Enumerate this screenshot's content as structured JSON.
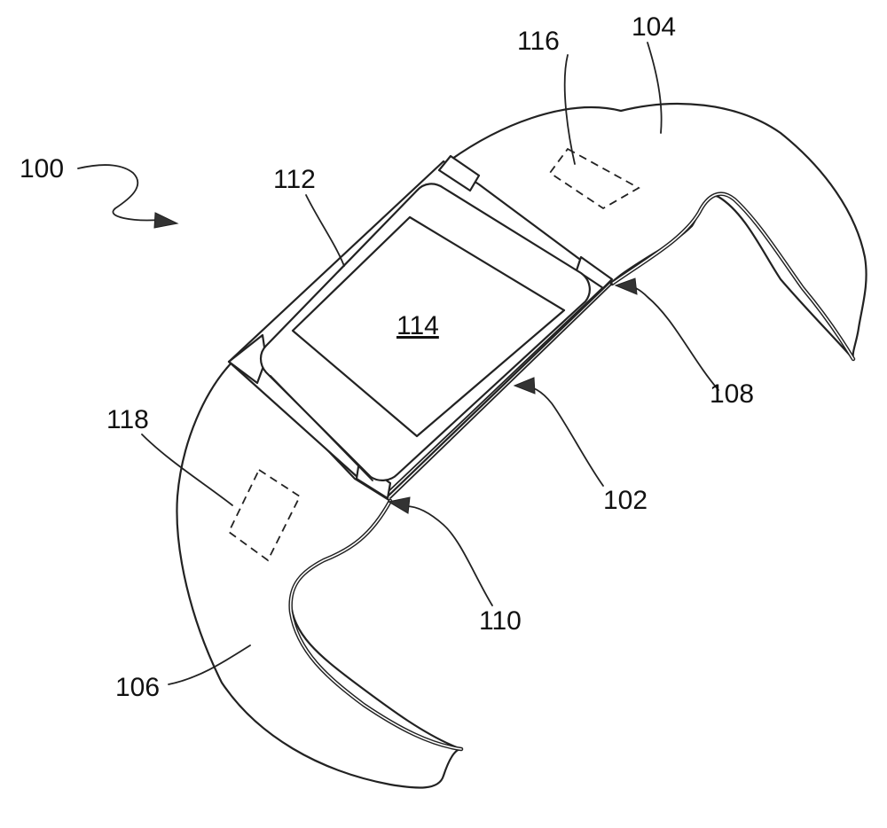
{
  "figure": {
    "labels": {
      "ref_100": "100",
      "ref_102": "102",
      "ref_104": "104",
      "ref_106": "106",
      "ref_108": "108",
      "ref_110": "110",
      "ref_112": "112",
      "ref_114": "114",
      "ref_116": "116",
      "ref_118": "118"
    },
    "parts": {
      "device_body": "102",
      "upper_band": "104",
      "lower_band": "106",
      "upper_band_joint": "108",
      "lower_band_joint": "110",
      "housing": "112",
      "display": "114",
      "upper_band_component": "116",
      "lower_band_component": "118"
    }
  }
}
